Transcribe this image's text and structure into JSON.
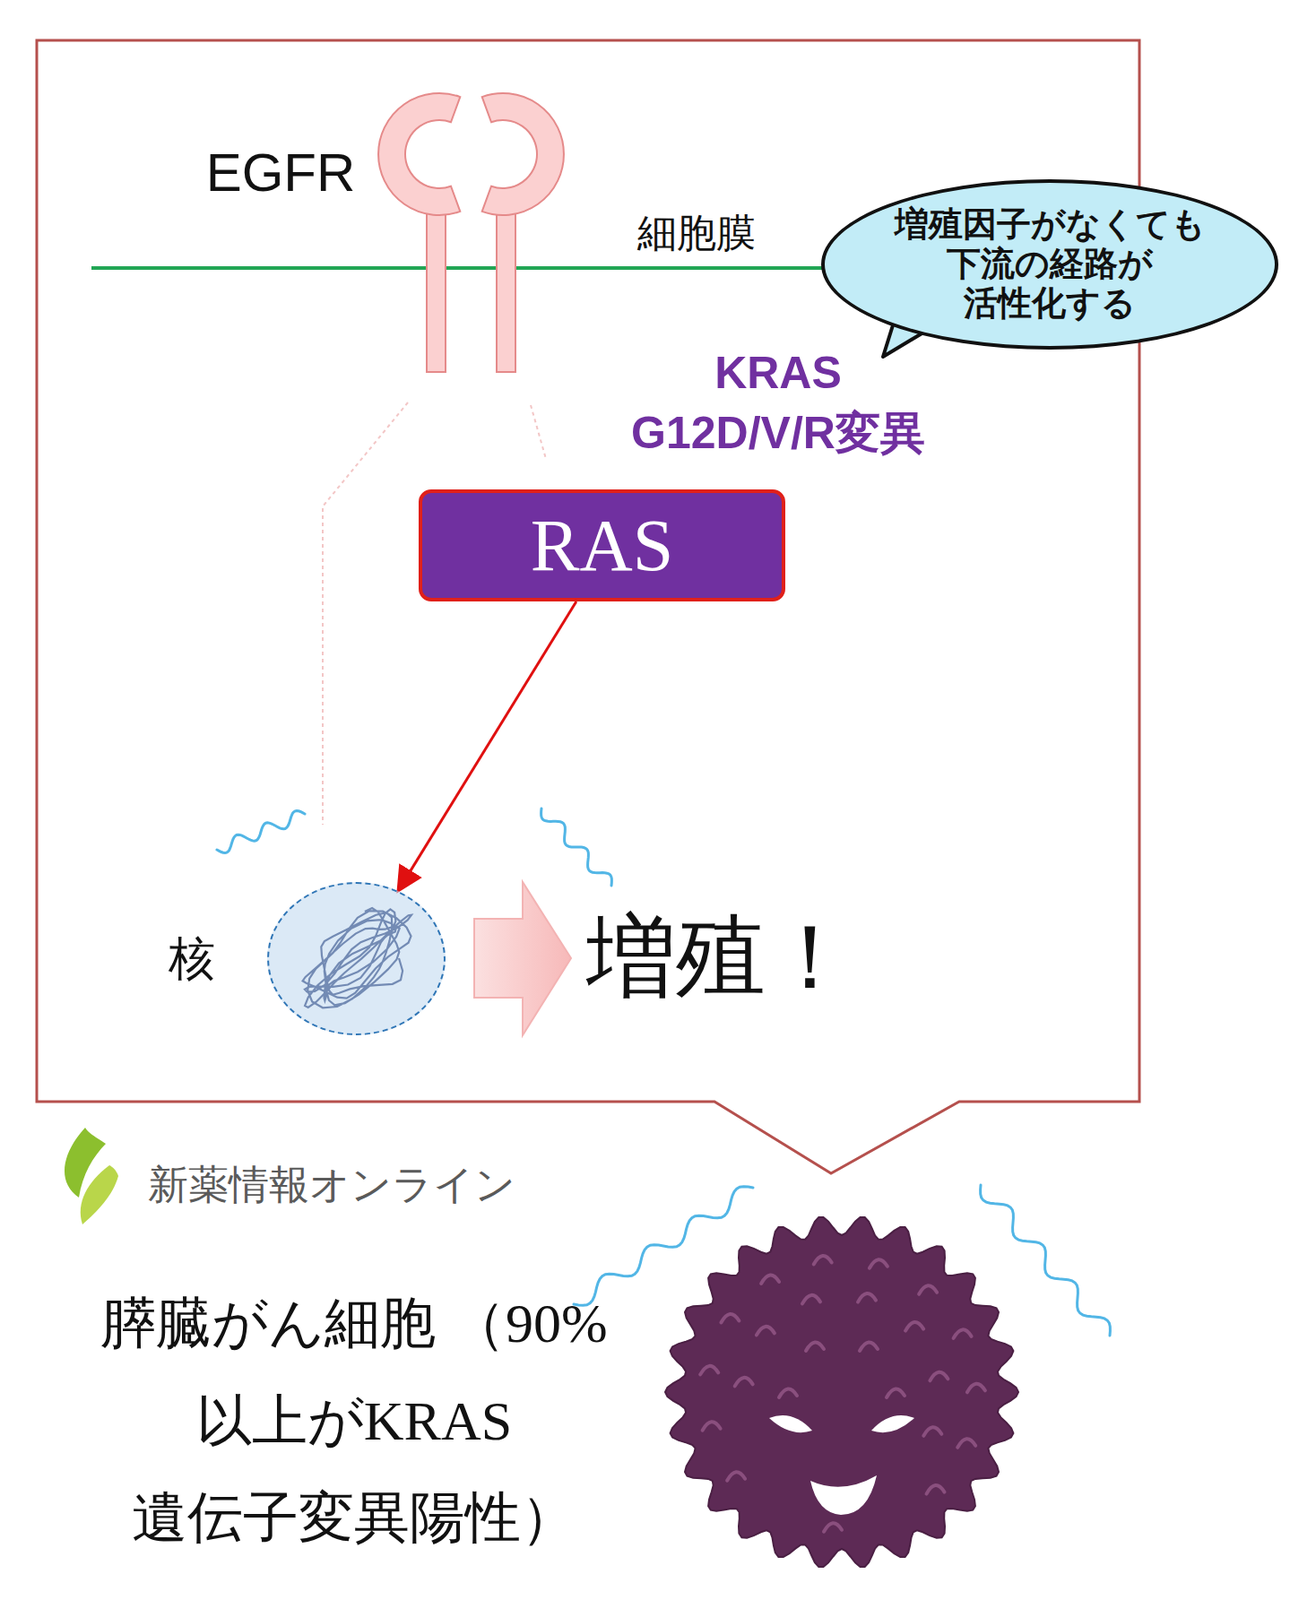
{
  "diagram": {
    "nodes": [
      {
        "text": [
          "増殖因子がなくても 下流の経路が 活性化する"
        ]
      },
      {
        "text": [
          "RAS"
        ]
      },
      {
        "text": [
          "核"
        ]
      }
    ],
    "edges": [
      {
        "from": 1,
        "to": 2,
        "arrow": "to"
      }
    ],
    "labels": [
      "EGFR",
      "細胞膜",
      "KRAS G12D/V/R変異",
      "増殖！",
      "新薬情報オンライン",
      "膵臓がん細胞 （90%以上がKRAS 遺伝子変異陽性）"
    ]
  }
}
